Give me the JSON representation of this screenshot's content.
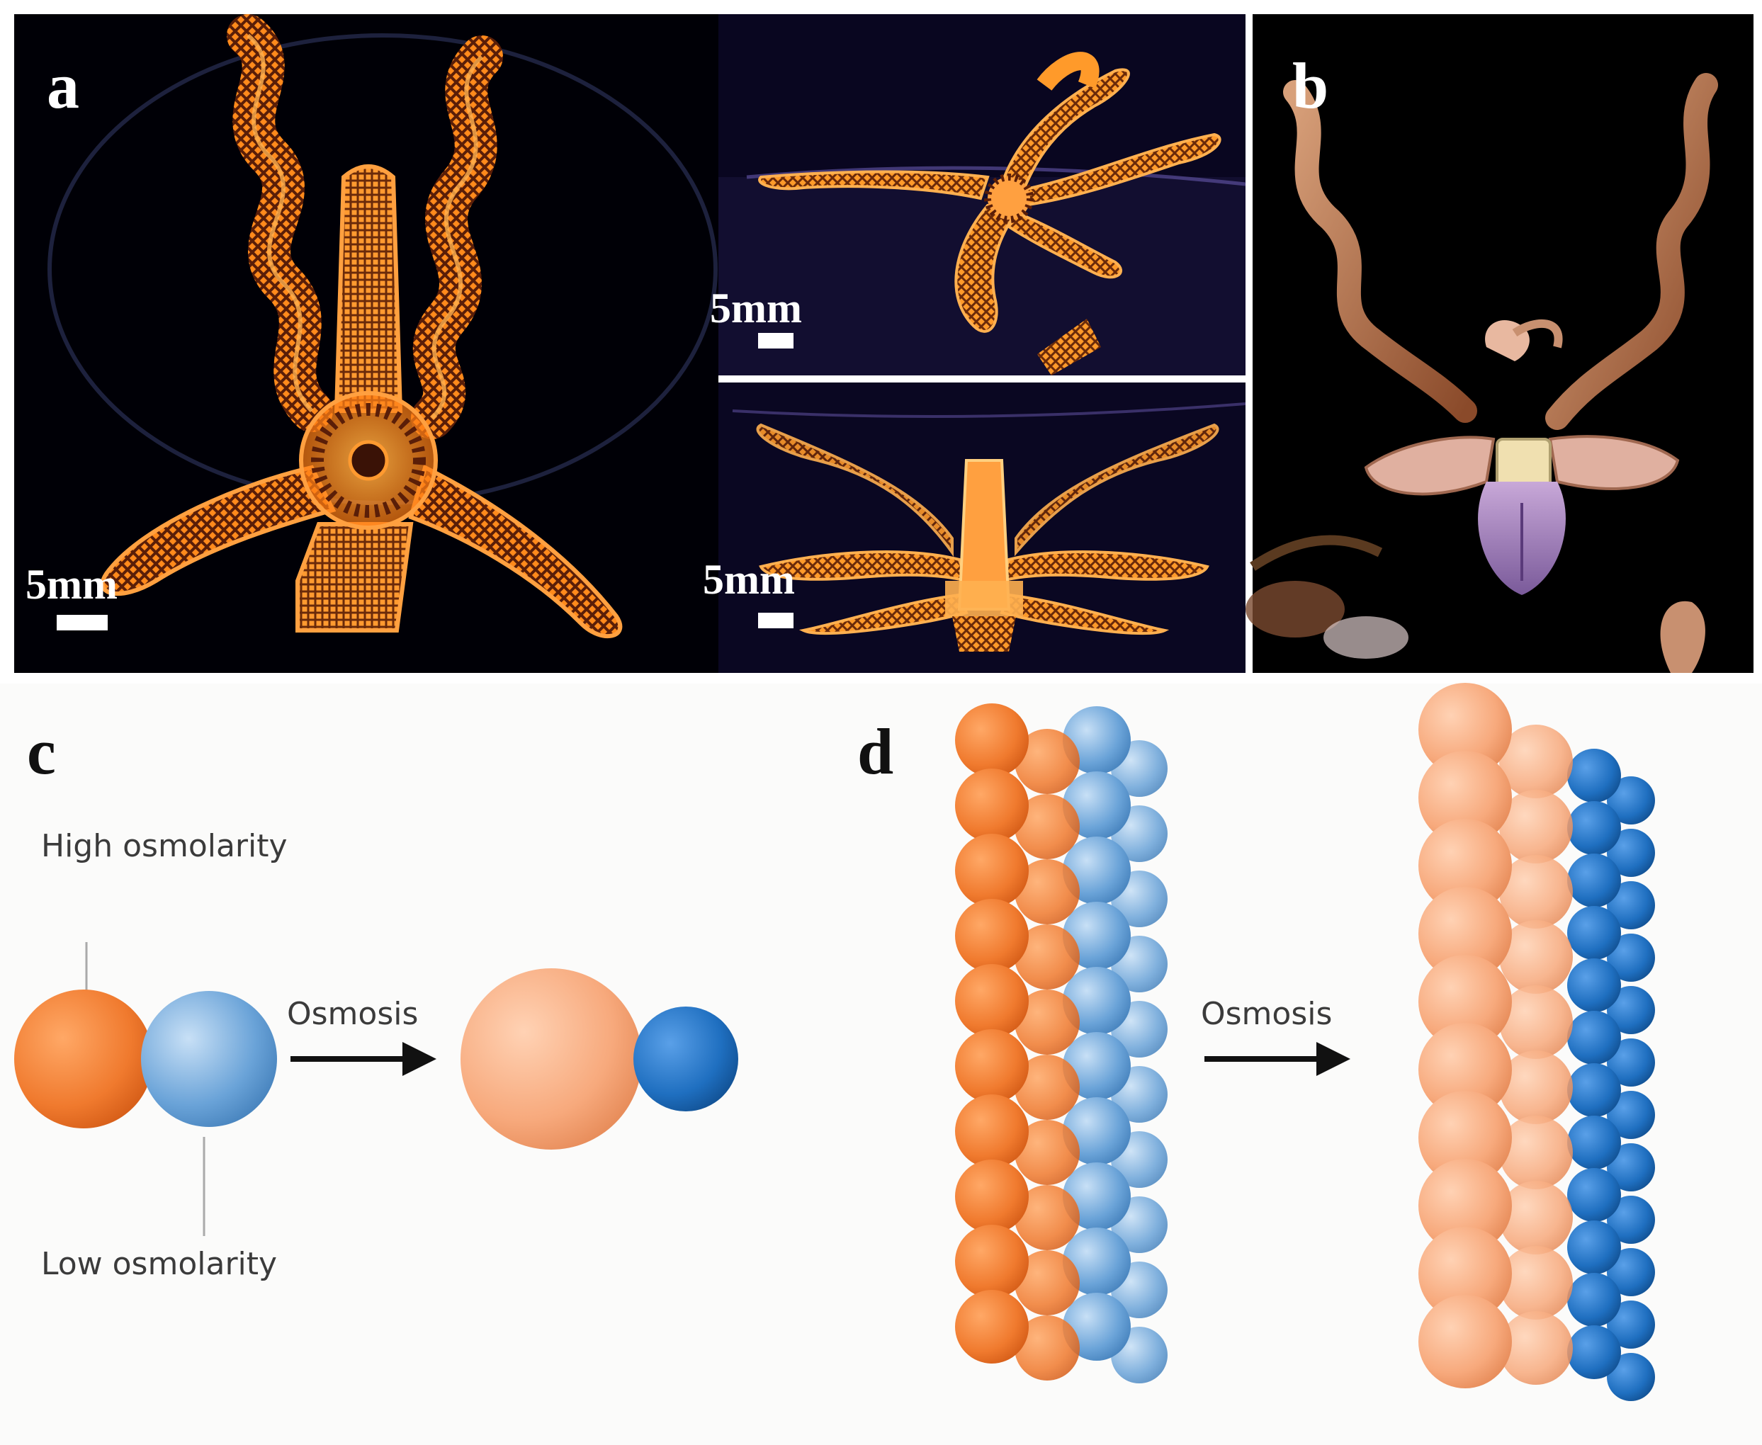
{
  "panels": {
    "a": {
      "label": "a",
      "scale_main": "5mm",
      "scale_top": "5mm",
      "scale_bottom": "5mm"
    },
    "b": {
      "label": "b"
    },
    "c": {
      "label": "c",
      "high_label": "High osmolarity",
      "low_label": "Low osmolarity",
      "arrow_label": "Osmosis"
    },
    "d": {
      "label": "d",
      "arrow_label": "Osmosis"
    }
  },
  "colors": {
    "glow_orange": "#ff8a1c",
    "orange_high": "#f07a2e",
    "orange_swollen": "#f7a97c",
    "blue_low": "#6aa3d8",
    "blue_shrunk": "#1f6fc0",
    "flower_petal": "#c9906c",
    "flower_lip": "#9a80b8"
  }
}
